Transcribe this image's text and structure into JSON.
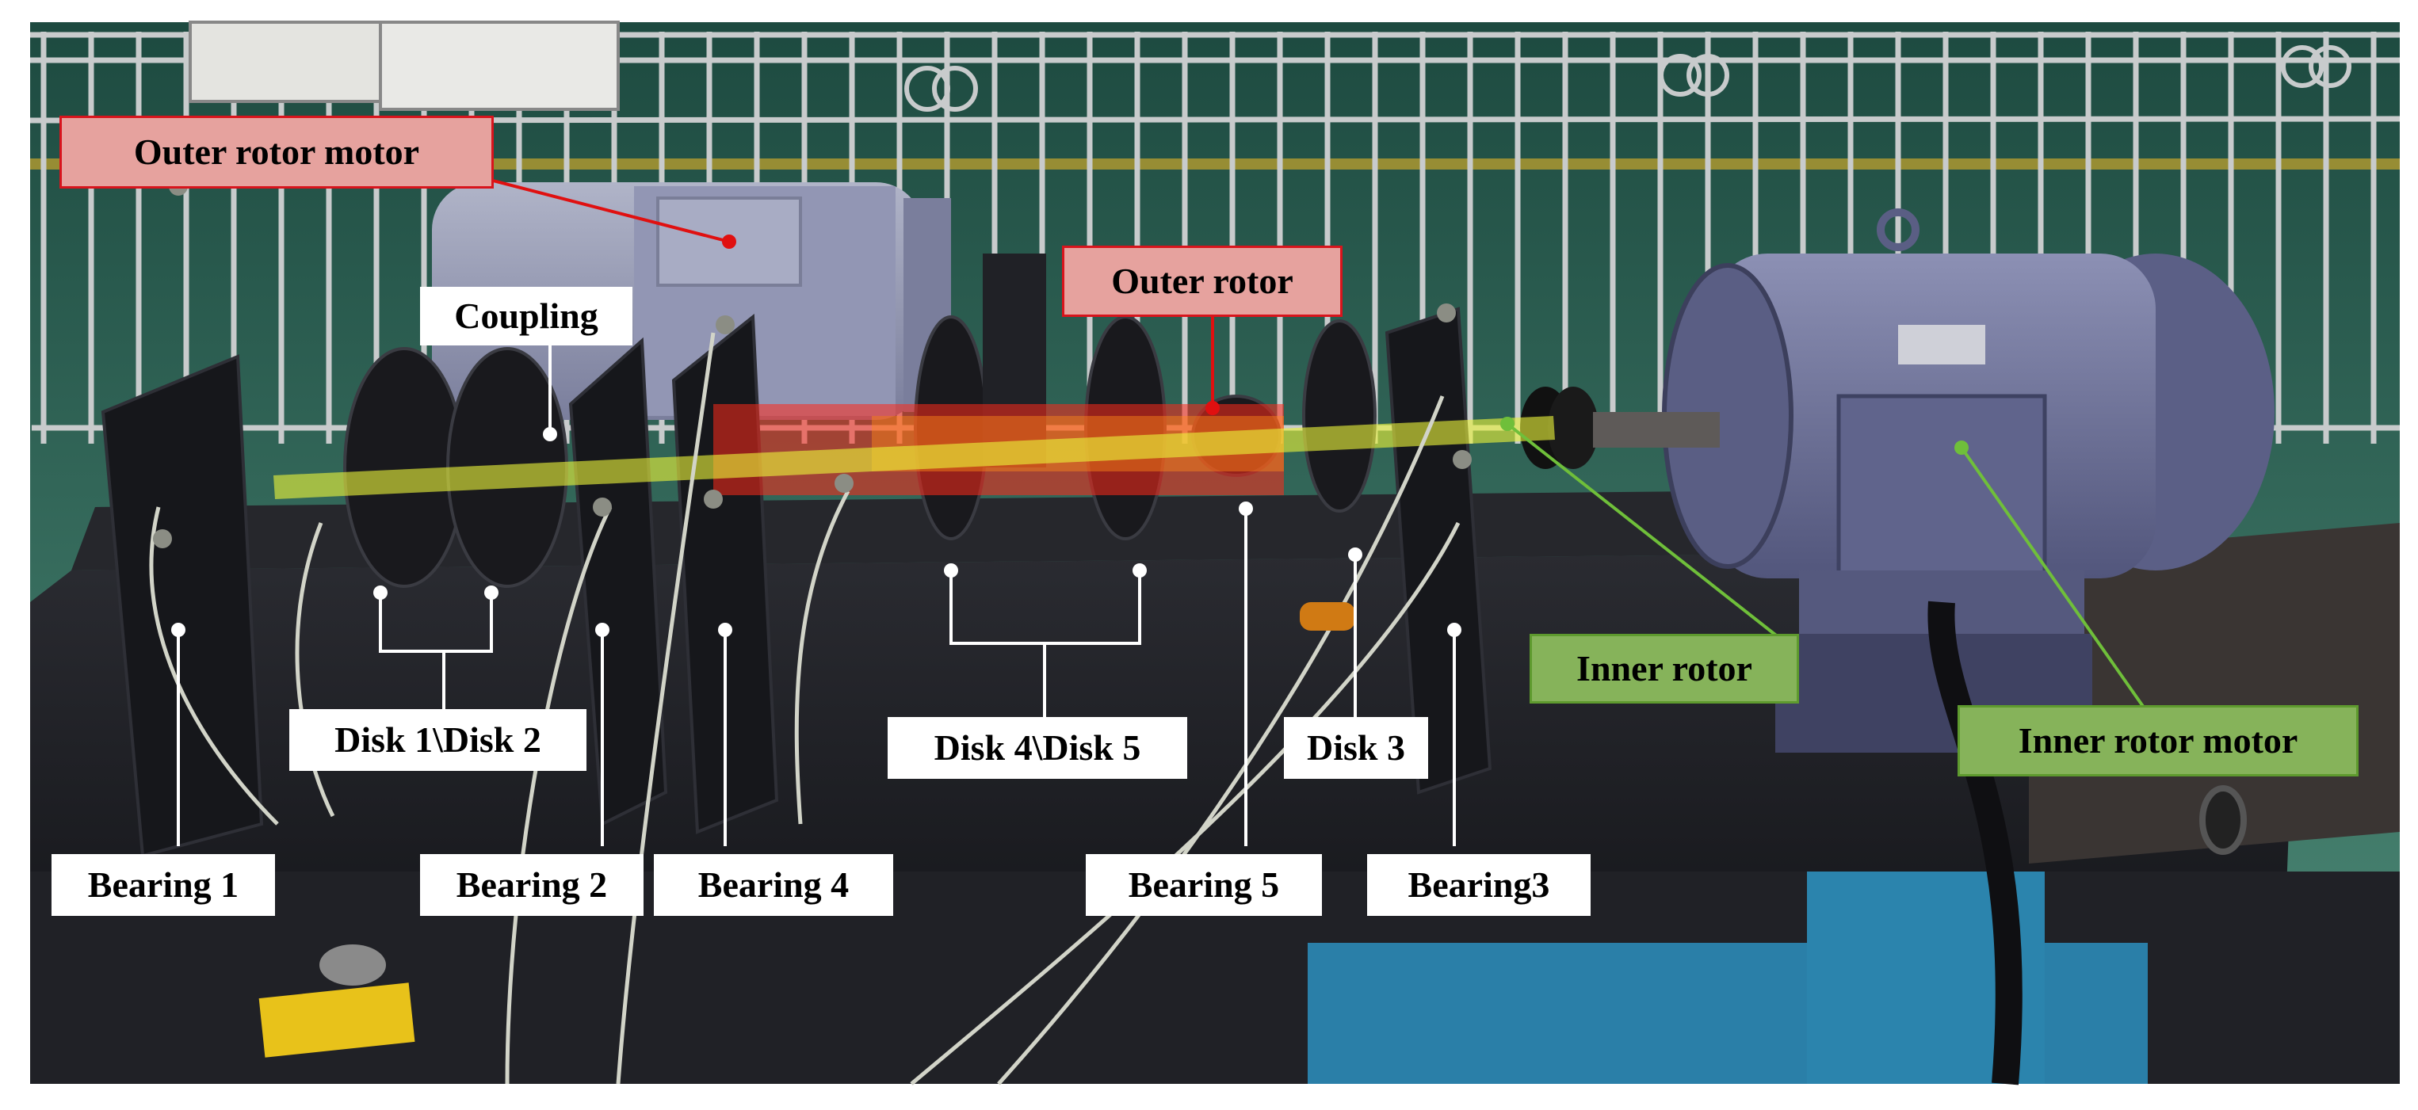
{
  "labels": {
    "outer_rotor_motor": "Outer rotor motor",
    "coupling": "Coupling",
    "outer_rotor": "Outer rotor",
    "disk12": "Disk 1\\Disk 2",
    "disk45": "Disk 4\\Disk 5",
    "disk3": "Disk 3",
    "inner_rotor": "Inner rotor",
    "inner_rotor_motor": "Inner rotor motor",
    "bearing1": "Bearing 1",
    "bearing2": "Bearing 2",
    "bearing4": "Bearing 4",
    "bearing5": "Bearing 5",
    "bearing3": "Bearing3"
  },
  "colors": {
    "red_label_fill": "#e6a29e",
    "red_label_border": "#d8141c",
    "green_label_fill": "#86b35a",
    "green_label_border": "#5e9a2e",
    "outer_rotor_highlight": "#ff2a1a",
    "inner_rotor_highlight": "#e8f23a",
    "motor_body": "#6a6e98",
    "floor": "#3e7a6a",
    "base_plate": "#1e1f24",
    "frame_blue": "#2a7fa8"
  },
  "icons": {
    "sensor": "accelerometer-sensor-icon",
    "warning_sticker": "warning-sticker-icon"
  }
}
